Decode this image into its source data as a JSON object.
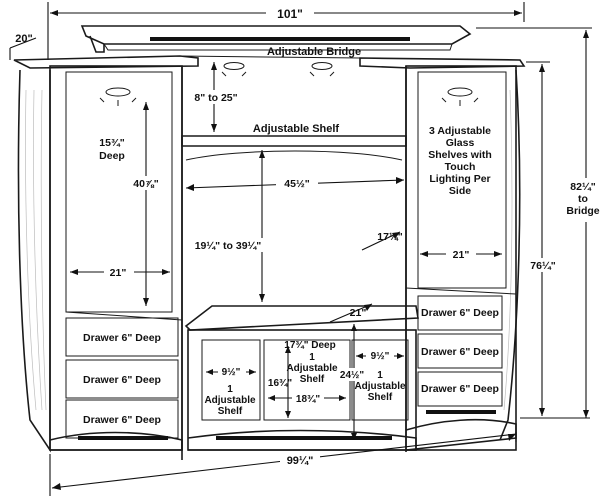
{
  "dimensions": {
    "total_width": "101\"",
    "top_depth": "20\"",
    "height_to_bridge": "82¼\"",
    "height_to_bridge_word": "to",
    "height_to_bridge_word2": "Bridge",
    "side_height": "76¼\"",
    "bottom_width": "99¼\"",
    "bridge_clearance": "8\" to 25\"",
    "side_depth": "15¾\"",
    "side_depth_word": "Deep",
    "side_inner_height": "40⅞\"",
    "side_inner_width": "21\"",
    "right_inner_width": "21\"",
    "tv_width": "45½\"",
    "tv_height": "19¼\" to 39¼\"",
    "tv_depth": "17¼\"",
    "base_depth": "21\"",
    "compartment_depth_line1": "17¾\" Deep",
    "compartment_width_left": "9½\"",
    "compartment_width_right": "9½\"",
    "compartment_height": "16¾\"",
    "base_height": "24½\"",
    "center_width": "18¾\""
  },
  "labels": {
    "adjustable_bridge": "Adjustable Bridge",
    "adjustable_shelf": "Adjustable Shelf",
    "glass_shelves": [
      "3 Adjustable",
      "Glass",
      "Shelves with",
      "Touch",
      "Lighting Per",
      "Side"
    ],
    "left_drawers": [
      "Drawer 6\" Deep",
      "Drawer 6\" Deep",
      "Drawer 6\" Deep"
    ],
    "right_drawers": [
      "Drawer 6\" Deep",
      "Drawer 6\" Deep",
      "Drawer 6\" Deep"
    ],
    "center_shelf": [
      "1",
      "Adjustable",
      "Shelf"
    ],
    "left_shelf": [
      "1",
      "Adjustable",
      "Shelf"
    ],
    "right_shelf": [
      "1",
      "Adjustable",
      "Shelf"
    ]
  }
}
